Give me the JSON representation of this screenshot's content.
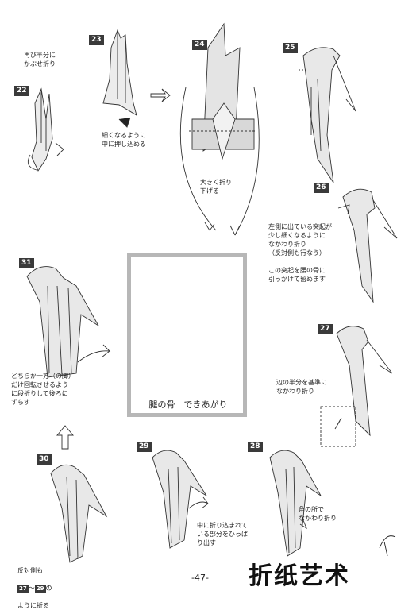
{
  "steps": {
    "s22": {
      "num": "22",
      "note": "再び半分に\nかぶせ折り"
    },
    "s23": {
      "num": "23",
      "note": "細くなるように\n中に押し込める"
    },
    "s24": {
      "num": "24",
      "note": "大きく折り\n下げる"
    },
    "s25": {
      "num": "25"
    },
    "s26": {
      "num": "26",
      "note": "左側に出ている突起が\n少し細くなるように\nなかわり折り\n（反対側も行なう）\n\nこの突起を腰の骨に\n引っかけて留めます"
    },
    "s27": {
      "num": "27",
      "note": "辺の半分を基準に\nなかわり折り"
    },
    "s28": {
      "num": "28",
      "note": "角の所で\nなかわり折り"
    },
    "s29": {
      "num": "29",
      "note": "中に折り込まれて\nいる部分をひっぱ\nり出す"
    },
    "s30": {
      "num": "30",
      "note_pre": "反対側も",
      "range_from": "27",
      "range_sep": "～",
      "range_to": "29",
      "range_post": "の",
      "note_post": "ように折る"
    },
    "s31": {
      "num": "31",
      "note": "どちらか一方（の脚）\nだけ回転させるよう\nに段折りして後ろに\nずらす"
    }
  },
  "caption": "腿の骨　できあがり",
  "page_number": "-47-",
  "brand": "折纸艺术"
}
